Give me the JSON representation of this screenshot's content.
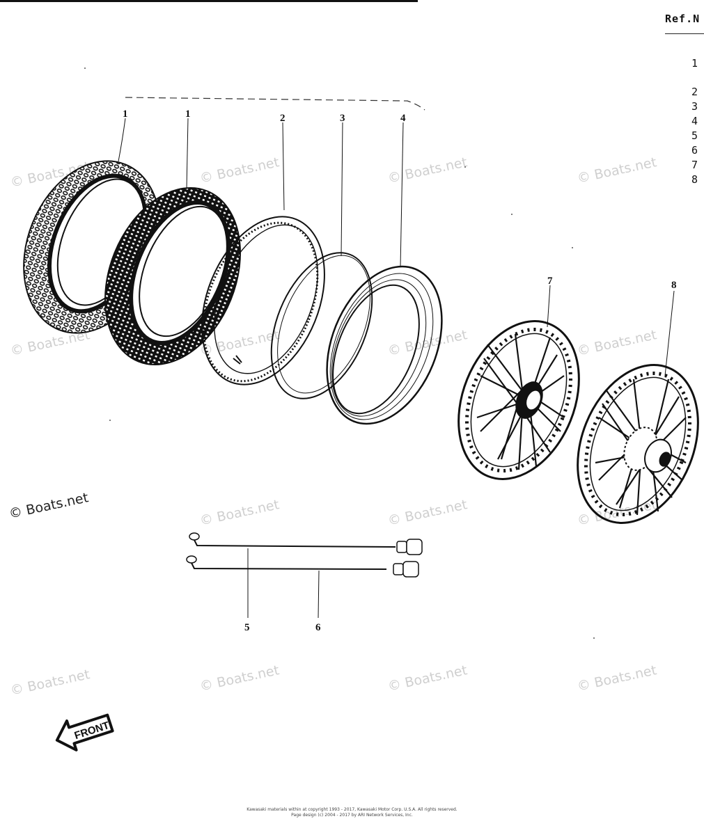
{
  "ref_column": {
    "header": "Ref.N",
    "numbers": [
      "1",
      "2",
      "3",
      "4",
      "5",
      "6",
      "7",
      "8"
    ]
  },
  "callouts": {
    "tire_front": "1",
    "tire_rear": "1",
    "tube": "2",
    "rim_band": "3",
    "rim": "4",
    "spoke_5": "5",
    "spoke_6": "6",
    "wheel_front": "7",
    "wheel_rear": "8"
  },
  "front_arrow_label": "FRONT",
  "copyright_main": "© Boats.net",
  "watermark_text": "© Boats.net",
  "footer": {
    "line1": "Kawasaki materials within at copyright 1993 - 2017, Kawasaki Motor Corp. U.S.A.  All rights reserved.",
    "line2": "Page design (c) 2004 - 2017 by ARI Network Services, Inc."
  }
}
